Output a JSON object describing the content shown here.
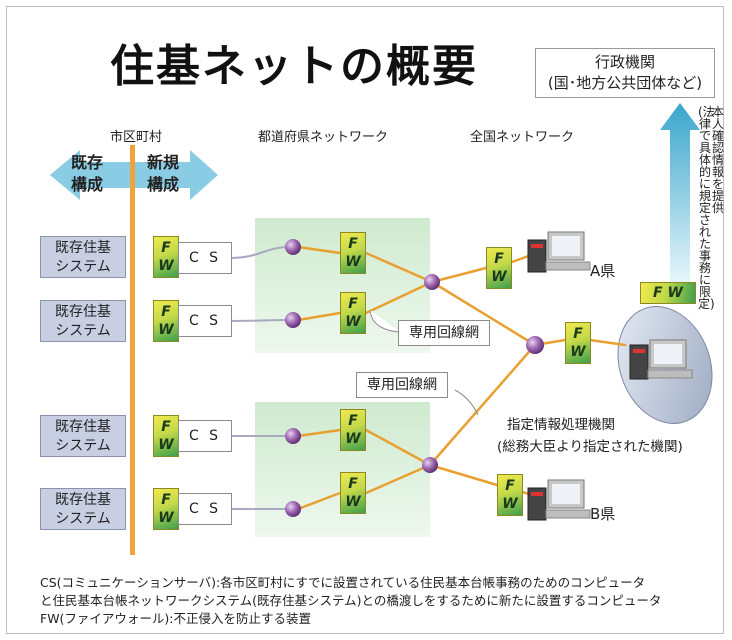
{
  "title": "住基ネットの概要",
  "government": {
    "line1": "行政機関",
    "line2": "(国･地方公共団体など)"
  },
  "columns": {
    "municipal": "市区町村",
    "prefectural": "都道府県ネットワーク",
    "national": "全国ネットワーク"
  },
  "legacy": {
    "line1": "既存",
    "line2": "構成"
  },
  "new_config": {
    "line1": "新規",
    "line2": "構成"
  },
  "systems": [
    {
      "line1": "既存住基",
      "line2": "システム"
    },
    {
      "line1": "既存住基",
      "line2": "システム"
    },
    {
      "line1": "既存住基",
      "line2": "システム"
    },
    {
      "line1": "既存住基",
      "line2": "システム"
    }
  ],
  "fw": {
    "f": "F",
    "w": "W",
    "inline": "F W"
  },
  "cs_label": "C S",
  "dedicated_line": "専用回線網",
  "pref_a": "A県",
  "pref_b": "B県",
  "designated": {
    "line1": "指定情報処理機関",
    "line2": "(総務大臣より指定された機関)"
  },
  "vertical_note": {
    "col1": "本人確認情報を提供",
    "col2": "(法律で具体的に規定された事務に限定)"
  },
  "notes": [
    "CS(コミュニケーションサーバ):各市区町村にすでに設置されている住民基本台帳事務のためのコンピュータ",
    "と住民基本台帳ネットワークシステム(既存住基システム)との橋渡しをするために新たに設置するコンピュータ",
    "FW(ファイアウォール):不正侵入を防止する装置"
  ],
  "colors": {
    "arrow": "#5ab8d6",
    "system_box": "#c9cfe3",
    "vertical_line": "#f0a33a",
    "link": "#e8a030",
    "node": "#8a4a9a"
  }
}
